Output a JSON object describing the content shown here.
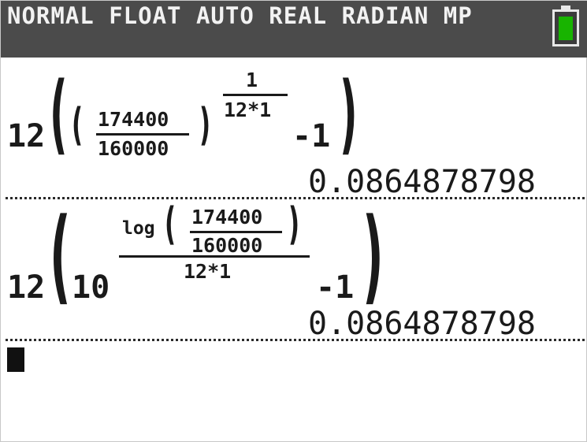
{
  "status_bar": {
    "mode_text": "NORMAL FLOAT AUTO REAL RADIAN MP",
    "battery_icon": "battery-full-icon",
    "battery_color": "#18b400",
    "battery_level": 1.0
  },
  "history": [
    {
      "expression": {
        "coefficient": "12",
        "numerator": "174400",
        "denominator": "160000",
        "exponent_numerator": "1",
        "exponent_denominator": "12*1",
        "minus_one": "-1"
      },
      "result": "0.0864878798"
    },
    {
      "expression": {
        "coefficient": "12",
        "base": "10",
        "log_function": "log",
        "numerator": "174400",
        "denominator": "160000",
        "exponent_denominator": "12*1",
        "minus_one": "-1"
      },
      "result": "0.0864878798"
    }
  ],
  "cursor_icon": "block-cursor"
}
